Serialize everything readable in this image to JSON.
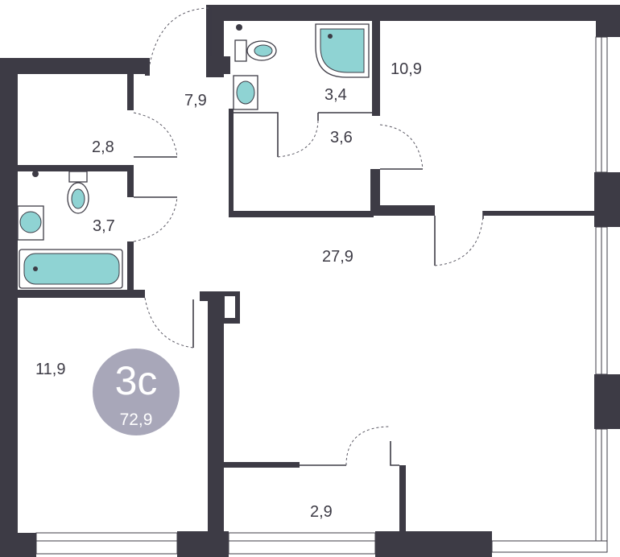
{
  "rooms": [
    {
      "id": "hall",
      "area": "7,9"
    },
    {
      "id": "wc",
      "area": "3,4"
    },
    {
      "id": "bedroom-top-right",
      "area": "10,9"
    },
    {
      "id": "storage",
      "area": "2,8"
    },
    {
      "id": "corridor",
      "area": "3,6"
    },
    {
      "id": "bathroom",
      "area": "3,7"
    },
    {
      "id": "living",
      "area": "27,9"
    },
    {
      "id": "bedroom-left",
      "area": "11,9"
    },
    {
      "id": "balcony",
      "area": "2,9"
    }
  ],
  "badge": {
    "type": "3с",
    "total_area": "72,9",
    "color": "#a8a7b9"
  },
  "colors": {
    "wall": "#3d3b45",
    "water": "#8fd3d3"
  }
}
